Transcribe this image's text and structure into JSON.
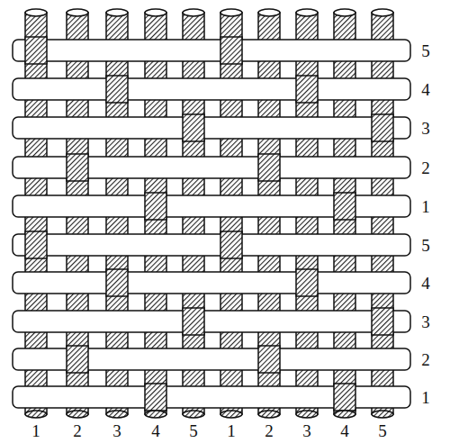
{
  "diagram": {
    "labels": [
      "5",
      "4",
      "3",
      "2",
      "1",
      "5",
      "4",
      "3",
      "2",
      "1",
      "1",
      "2",
      "3",
      "4",
      "5",
      "1",
      "2",
      "3",
      "4",
      "5"
    ]
  }
}
